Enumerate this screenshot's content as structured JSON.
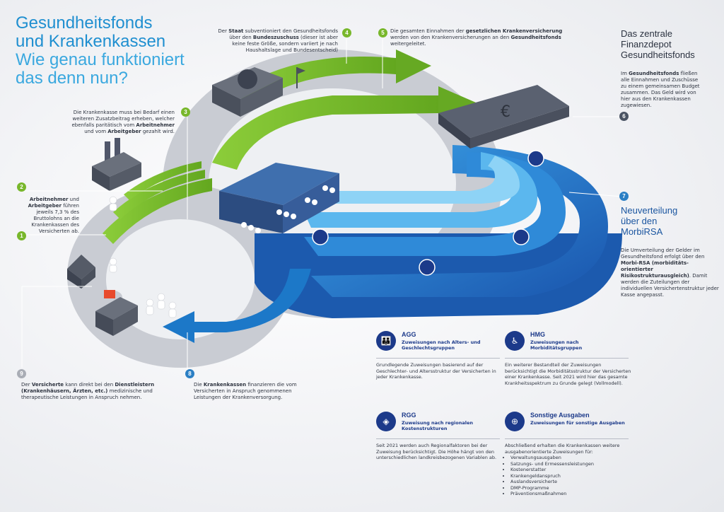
{
  "title": {
    "line1": "Gesundheitsfonds",
    "line2": "und Krankenkassen",
    "line3": "Wie genau funktioniert",
    "line4": "das denn nun?"
  },
  "zentral": {
    "line1": "Das zentrale",
    "line2": "Finanzdepot",
    "line3": "Gesundheitsfonds"
  },
  "neuverteilung": {
    "line1": "Neuverteilung",
    "line2": "über den",
    "line3": "MorbiRSA"
  },
  "steps": [
    {
      "num": "1",
      "text_pre": "",
      "b1": "Arbeitnehmer",
      "mid1": " und ",
      "b2": "Arbeitgeber",
      "text_post": " führen jeweils 7,3 % des Bruttolohns an die Krankenkassen des Versicherten ab."
    },
    {
      "num": "2"
    },
    {
      "num": "3",
      "text_pre": "Die Krankenkasse muss bei Bedarf einen weiteren Zusatzbeitrag erheben, welcher ebenfalls paritätisch vom ",
      "b1": "Arbeitnehmer",
      "mid1": " und vom ",
      "b2": "Arbeitgeber",
      "text_post": " gezahlt wird."
    },
    {
      "num": "4",
      "text_pre": "Der ",
      "b1": "Staat",
      "mid1": " subventioniert den Gesundheitsfonds über den ",
      "b2": "Bundeszuschuss",
      "text_post": " (dieser ist aber keine feste Größe, sondern variiert je nach Haushaltslage und Bundesentscheid)"
    },
    {
      "num": "5",
      "text_pre": "Die gesamten Einnahmen der ",
      "b1": "gesetzlichen Krankenversicherung",
      "mid1": " werden von den Krankenversicherungen an den ",
      "b2": "Gesundheitsfonds",
      "text_post": " weitergeleitet."
    },
    {
      "num": "6",
      "text_pre": "Im ",
      "b1": "Gesundheitsfonds",
      "mid1": " fließen alle Einnahmen und Zuschüsse zu einem gemeinsamen Budget zusammen. Das Geld wird von hier aus den Krankenkassen zugewiesen.",
      "b2": "",
      "text_post": ""
    },
    {
      "num": "7",
      "text_pre": "Die Umverteilung der Gelder im Gesundheitsfond erfolgt über den ",
      "b1": "Morbi-RSA (morbiditäts-orientierter Risikostrukturausgleich)",
      "mid1": ". Damit werden die Zuteilungen der individuellen Versichertenstruktur jeder Kasse angepasst.",
      "b2": "",
      "text_post": ""
    },
    {
      "num": "8",
      "text_pre": "Die ",
      "b1": "Krankenkassen",
      "mid1": " finanzieren die vom Versicherten in Anspruch genommenen Leistungen der Krankenversorgung.",
      "b2": "",
      "text_post": ""
    },
    {
      "num": "9",
      "text_pre": "Der ",
      "b1": "Versicherte",
      "mid1": " kann direkt bei den ",
      "b2": "Dienstleistern (Krankenhäusern, Ärzten, etc.)",
      "text_post": " medizinische und therapeutische Leistungen in Anspruch nehmen."
    }
  ],
  "cards": [
    {
      "abbr": "AGG",
      "sub": "Zuweisungen nach Alters- und Geschlechtsgruppen",
      "body": "Grundlegende Zuweisungen basierend auf der Geschlechter- und Altersstruktur der Versicherten in jeder Krankenkasse.",
      "icon": "family-icon"
    },
    {
      "abbr": "HMG",
      "sub": "Zuweisungen nach Morbiditätsgruppen",
      "body": "Ein weiterer Bestandteil der Zuweisungen berücksichtigt die Morbiditätsstruktur der Versicherten einer Krankenkasse. Seit 2021 wird hier das gesamte Krankheitsspektrum zu Grunde gelegt (Vollmodell).",
      "icon": "patient-icon"
    },
    {
      "abbr": "RGG",
      "sub": "Zuweisung nach regionalen Kostenstrukturen",
      "body": "Seit 2021 werden auch Regionalfaktoren bei der Zuweisung berücksichtigt. Die Höhe hängt von den unterschiedlichen landkreisbezogenen Variablen ab.",
      "icon": "germany-map-icon"
    },
    {
      "abbr": "Sonstige Ausgaben",
      "sub": "Zuweisungen für sonstige Ausgaben",
      "body": "Abschließend erhalten die Krankenkassen weitere ausgabenorientierte Zuweisungen für:",
      "icon": "plus-circles-icon",
      "items": [
        "Verwaltungsausgaben",
        "Satzungs- und Ermessensleistungen",
        "Kostenerstatter",
        "Krankengeldanspruch",
        "Auslandsversicherte",
        "DMP-Programme",
        "Präventionsmaßnahmen"
      ]
    }
  ],
  "colors": {
    "green": "#78b72b",
    "blue": "#1f6fc0",
    "lightblue": "#6ec3ef",
    "navy": "#1c3a8a",
    "gray": "#c9ccd2"
  }
}
